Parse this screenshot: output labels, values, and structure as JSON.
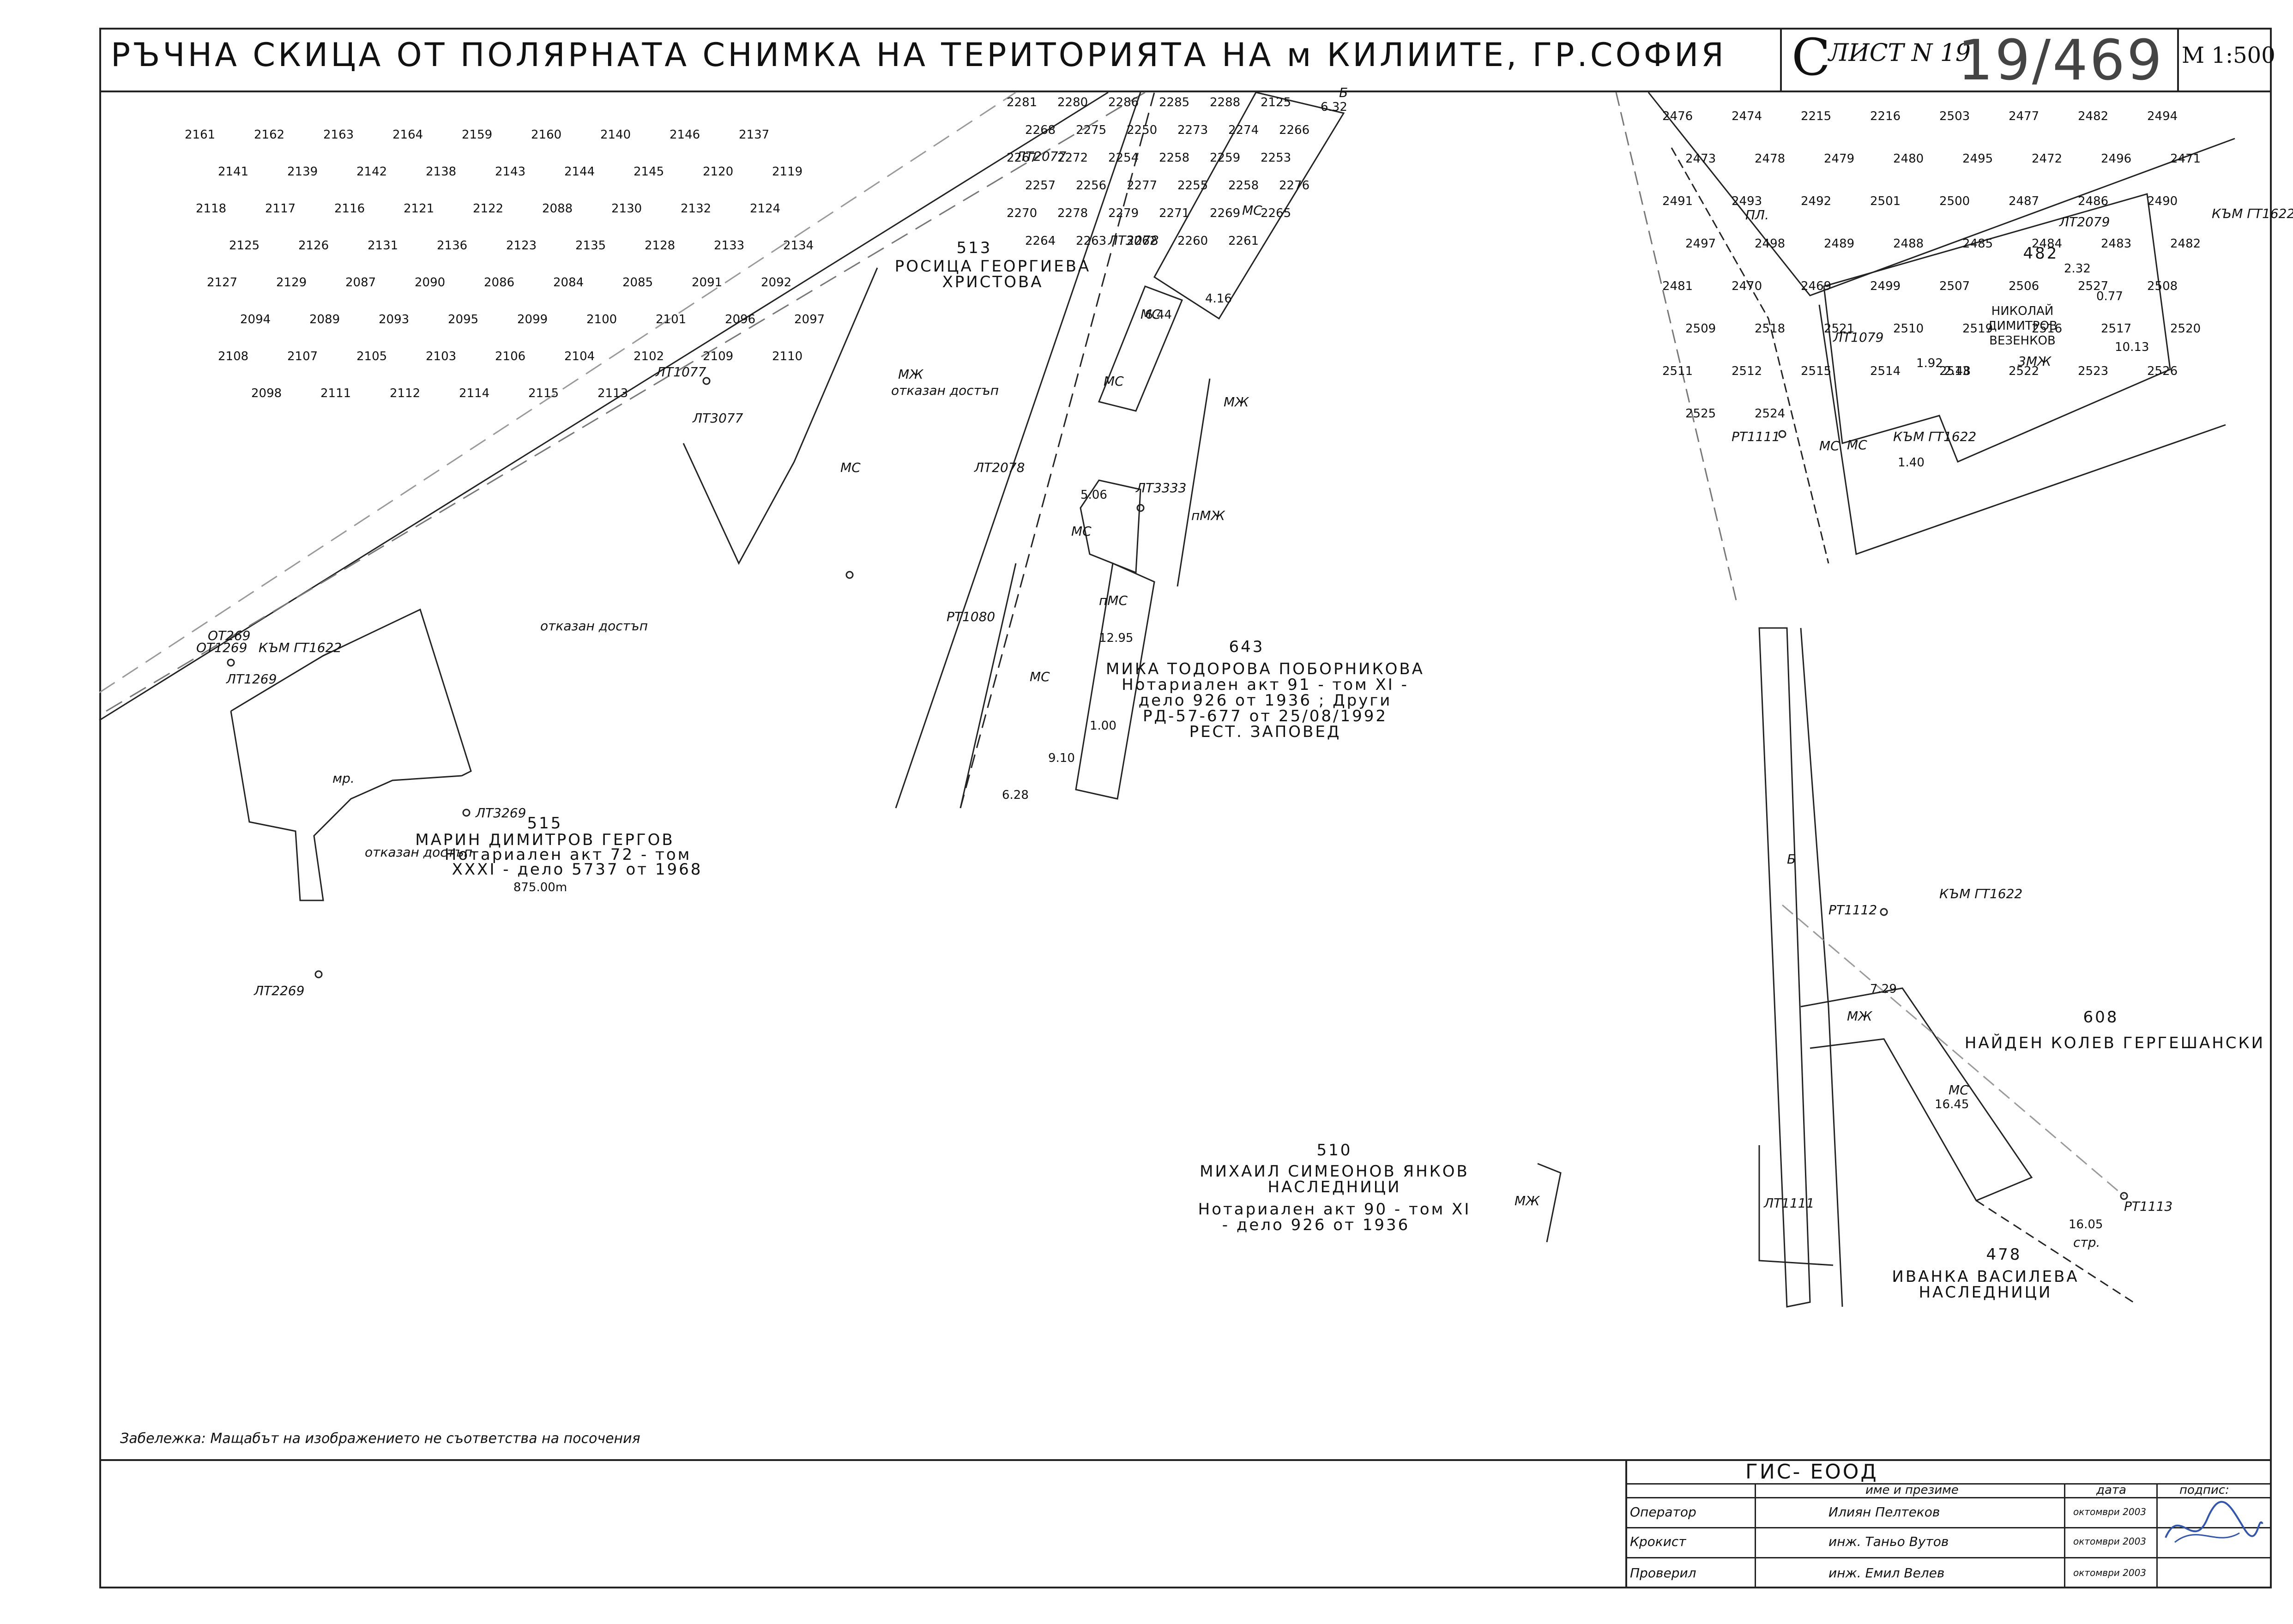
{
  "header": {
    "title": "РЪЧНА СКИЦА ОТ ПОЛЯРНАТА СНИМКА НА ТЕРИТОРИЯТА НА м КИЛИИТЕ, ГР.СОФИЯ",
    "sheet_label": "ЛИСТ N 19",
    "sheet_symbol": "С",
    "handwritten_number": "19/469",
    "scale": "М 1:500"
  },
  "parcels": [
    {
      "number": "513",
      "owner_line1": "РОСИЦА  ГЕОРГИЕВА",
      "owner_line2": "ХРИСТОВА"
    },
    {
      "number": "643",
      "owner_line1": "МИКА  ТОДОРОВА  ПОБОРНИКОВА",
      "owner_line2": "Нотариален акт   91  - том XI -",
      "owner_line3": "дело 926  от 1936 ;  Други",
      "owner_line4": "РД-57-677   от 25/08/1992",
      "owner_line5": "РЕСТ. ЗАПОВЕД"
    },
    {
      "number": "515",
      "owner_line1": "МАРИН  ДИМИТРОВ  ГЕРГОВ",
      "owner_line2": "Нотариален акт   72  - том",
      "owner_line3": "XXXI - дело 5737  от 1968",
      "owner_line4": "875.00m"
    },
    {
      "number": "482",
      "owner_line1": "НИКОЛАЙ",
      "owner_line2": "ДИМИТРОВ",
      "owner_line3": "ВЕЗЕНКОВ"
    },
    {
      "number": "608",
      "owner_line1": "НАЙДЕН  КОЛЕВ  ГЕРГЕШАНСКИ"
    },
    {
      "number": "510",
      "owner_line1": "МИХАИЛ  СИМЕОНОВ  ЯНКОВ",
      "owner_line2": "НАСЛЕДНИЦИ",
      "owner_line3": "Нотариален акт   90  - том XI",
      "owner_line4": "- дело 926  от 1936"
    },
    {
      "number": "478",
      "owner_line1": "ИВАНКА  ВАСИЛЕВА",
      "owner_line2": "НАСЛЕДНИЦИ"
    }
  ],
  "map_labels": {
    "refused": "отказан достъп",
    "ms": "МС",
    "mzh": "МЖ",
    "zmzh": "3МЖ",
    "pms": "пМС",
    "pmzh": "пМЖ",
    "b": "Б",
    "pl": "ПЛ.",
    "mr": "мр.",
    "str": "стр.",
    "kam_gt": "КЪМ ГТ1622"
  },
  "stations": [
    "ЛТ2077",
    "ЛТ3078",
    "ЛТ1077",
    "ЛТ3077",
    "ЛТ2078",
    "РТ1080",
    "ЛТ3333",
    "ЛТ3269",
    "ОТ269",
    "ОТ1269",
    "ЛТ1269",
    "ЛТ2269",
    "ЛТ2079",
    "ЛТ1079",
    "РТ1111",
    "РТ1112",
    "РТ1113",
    "ЛТ1111"
  ],
  "point_numbers_left": [
    "2161",
    "2162",
    "2163",
    "2164",
    "2159",
    "2160",
    "2140",
    "2146",
    "2137",
    "2141",
    "2139",
    "2142",
    "2138",
    "2143",
    "2144",
    "2145",
    "2120",
    "2119",
    "2118",
    "2117",
    "2116",
    "2121",
    "2122",
    "2088",
    "2130",
    "2132",
    "2124",
    "2125",
    "2126",
    "2131",
    "2136",
    "2123",
    "2135",
    "2128",
    "2133",
    "2134",
    "2127",
    "2129",
    "2087",
    "2090",
    "2086",
    "2084",
    "2085",
    "2091",
    "2092",
    "2094",
    "2089",
    "2093",
    "2095",
    "2099",
    "2100",
    "2101",
    "2096",
    "2097",
    "2108",
    "2107",
    "2105",
    "2103",
    "2106",
    "2104",
    "2102",
    "2109",
    "2110",
    "2098",
    "2111",
    "2112",
    "2114",
    "2115",
    "2113"
  ],
  "point_numbers_center": [
    "2281",
    "2280",
    "2286",
    "2285",
    "2288",
    "2125",
    "2268",
    "2275",
    "2250",
    "2273",
    "2274",
    "2266",
    "2267",
    "2272",
    "2254",
    "2258",
    "2259",
    "2253",
    "2257",
    "2256",
    "2277",
    "2255",
    "2258",
    "2276",
    "2270",
    "2278",
    "2279",
    "2271",
    "2269",
    "2265",
    "2264",
    "2263",
    "2262",
    "2260",
    "2261"
  ],
  "point_numbers_right": [
    "2476",
    "2474",
    "2215",
    "2216",
    "2503",
    "2477",
    "2482",
    "2494",
    "2473",
    "2478",
    "2479",
    "2480",
    "2495",
    "2472",
    "2496",
    "2471",
    "2491",
    "2493",
    "2492",
    "2501",
    "2500",
    "2487",
    "2486",
    "2490",
    "2497",
    "2498",
    "2489",
    "2488",
    "2485",
    "2484",
    "2483",
    "2482",
    "2481",
    "2470",
    "2469",
    "2499",
    "2507",
    "2506",
    "2527",
    "2508",
    "2509",
    "2518",
    "2521",
    "2510",
    "2519",
    "2516",
    "2517",
    "2520",
    "2511",
    "2512",
    "2515",
    "2514",
    "2513",
    "2522",
    "2523",
    "2526",
    "2525",
    "2524"
  ],
  "distances": [
    "6.32",
    "4.16",
    "6.44",
    "5.06",
    "12.95",
    "9.10",
    "6.28",
    "1.00",
    "2.32",
    "0.77",
    "10.13",
    "1.92",
    "2.48",
    "1.40",
    "7.29",
    "16.45",
    "16.05"
  ],
  "note": "Забележка: Мащабът на изображението не съответства на посочения",
  "title_block": {
    "company": "ГИС- ЕООД",
    "col_name": "име и презиме",
    "col_date": "дата",
    "col_sign": "подпис:",
    "rows": [
      {
        "role": "Оператор",
        "name": "Илиян Пелтеков",
        "date": "октомври 2003"
      },
      {
        "role": "Крокист",
        "name": "инж. Таньо Вутов",
        "date": "октомври 2003"
      },
      {
        "role": "Проверил",
        "name": "инж. Емил Велев",
        "date": "октомври 2003"
      }
    ]
  }
}
